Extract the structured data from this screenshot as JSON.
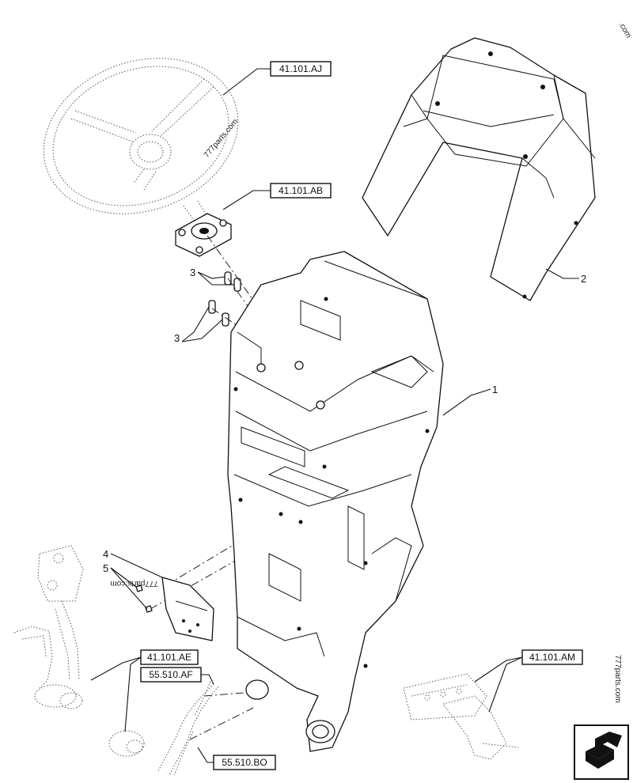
{
  "references": {
    "steering_wheel": "41.101.AJ",
    "steering_unit": "41.101.AB",
    "pedal_assembly": "41.101.AE",
    "harness_upper": "55.510.AF",
    "harness_lower": "55.510.BO",
    "bracket_assembly": "41.101.AM"
  },
  "callouts": {
    "frame": "1",
    "cover": "2",
    "pin_upper": "3",
    "pin_lower": "3",
    "plate": "4",
    "screw": "5"
  },
  "watermarks": {
    "top_right": ".com",
    "wheel": "777parts.com",
    "plate": "777parts.com",
    "side": "777parts.com"
  },
  "nav_icon": "next-page-arrow-icon"
}
